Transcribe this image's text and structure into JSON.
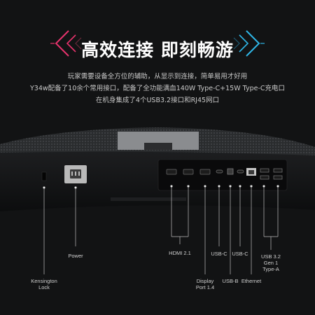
{
  "headline": "高效连接 即刻畅游",
  "subtitle_lines": [
    "玩家需要设备全方位的辅助，从显示到连接，简单易用才好用",
    "Y34w配备了10余个常用接口，配备了全功能满血140W Type-C+15W Type-C充电口",
    "在机身集成了4个USB3.2接口和RJ45网口"
  ],
  "ports": {
    "kensington": "Kensington\nLock",
    "power": "Power",
    "hdmi": "HDMI 2.1",
    "displayport": "Display\nPort 1.4",
    "usbc_1": "USB-C",
    "usbb": "USB-B",
    "usbc_2": "USB-C",
    "ethernet": "Ethernet",
    "usba": "USB 3.2\nGen 1\nType-A"
  },
  "colors": {
    "accent_left": "#e8336d",
    "accent_right": "#2fb7e8",
    "background": "#121314"
  }
}
